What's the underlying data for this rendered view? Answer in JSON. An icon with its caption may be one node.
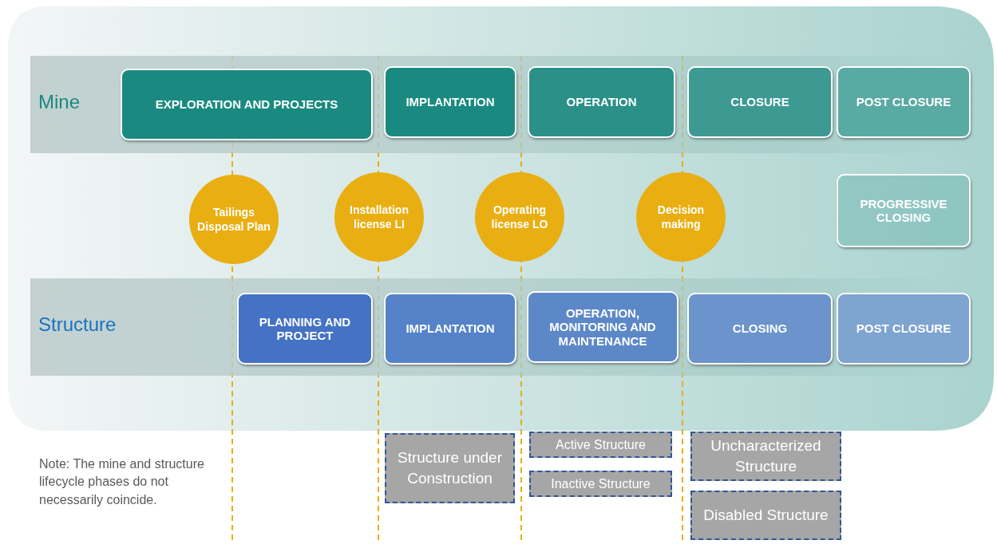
{
  "diagram": {
    "nodes": [
      {
        "text": [
          "Mine"
        ]
      },
      {
        "text": [
          "EXPLORATION AND PROJECTS"
        ],
        "in": 0
      },
      {
        "text": [
          "IMPLANTATION"
        ],
        "in": 0
      },
      {
        "text": [
          "OPERATION"
        ],
        "in": 0
      },
      {
        "text": [
          "CLOSURE"
        ],
        "in": 0
      },
      {
        "text": [
          "POST CLOSURE"
        ],
        "in": 0
      },
      {
        "text": [
          "Tailings Disposal Plan"
        ]
      },
      {
        "text": [
          "Installation license LI"
        ]
      },
      {
        "text": [
          "Operating license LO"
        ]
      },
      {
        "text": [
          "Decision making"
        ]
      },
      {
        "text": [
          "PROGRESSIVE CLOSING"
        ]
      },
      {
        "text": [
          "Structure"
        ]
      },
      {
        "text": [
          "PLANNING AND PROJECT"
        ],
        "in": 11
      },
      {
        "text": [
          "IMPLANTATION"
        ],
        "in": 11
      },
      {
        "text": [
          "OPERATION, MONITORING AND MAINTENANCE"
        ],
        "in": 11
      },
      {
        "text": [
          "CLOSING"
        ],
        "in": 11
      },
      {
        "text": [
          "POST CLOSURE"
        ],
        "in": 11
      },
      {
        "text": [
          "Structure under Construction"
        ]
      },
      {
        "text": [
          "Active Structure"
        ]
      },
      {
        "text": [
          "Inactive Structure"
        ]
      },
      {
        "text": [
          "Uncharacterized Structure"
        ]
      },
      {
        "text": [
          "Disabled Structure"
        ]
      }
    ],
    "labels": [
      "Note: The mine and structure lifecycle phases do not necessarily coincide."
    ]
  }
}
